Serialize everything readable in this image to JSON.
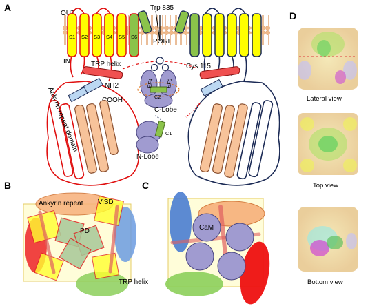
{
  "panel_a": {
    "letter": "A",
    "out_label": "OUT",
    "in_label": "IN",
    "segments": [
      "S1",
      "S2",
      "S3",
      "S4",
      "S5",
      "S6"
    ],
    "pore_label": "PORE",
    "trp835_label": "Trp 835",
    "trp_helix_label": "TRP helix",
    "cys115_label": "Cys 115",
    "nh2_label": "NH2",
    "cooh_label": "COOH",
    "ankyrin_label": "Ankyrin repeat domain",
    "ef4_label": "EF4",
    "ef3_label": "EF3",
    "c2_label": "C2",
    "c1_label": "C1",
    "clobe_label": "C-Lobe",
    "nlobe_label": "N-Lobe",
    "colors": {
      "membrane": "#f3c9a0",
      "helix_yellow": "#ffff00",
      "helix_green": "#8bc34a",
      "outline_red": "#e01010",
      "outline_navy": "#1b2a55",
      "ankyrin_peach": "#f7c39a",
      "lobe_purple": "#a09bd0"
    }
  },
  "panel_b": {
    "letter": "B",
    "ankyrin_label": "Ankyrin repeat",
    "visd_label": "ViSD",
    "pd_label": "PD",
    "trp_helix_label": "TRP helix"
  },
  "panel_c": {
    "letter": "C",
    "cam_label": "CaM"
  },
  "panel_d": {
    "letter": "D",
    "lateral_caption": "Lateral view",
    "top_caption": "Top view",
    "bottom_caption": "Bottom view"
  }
}
